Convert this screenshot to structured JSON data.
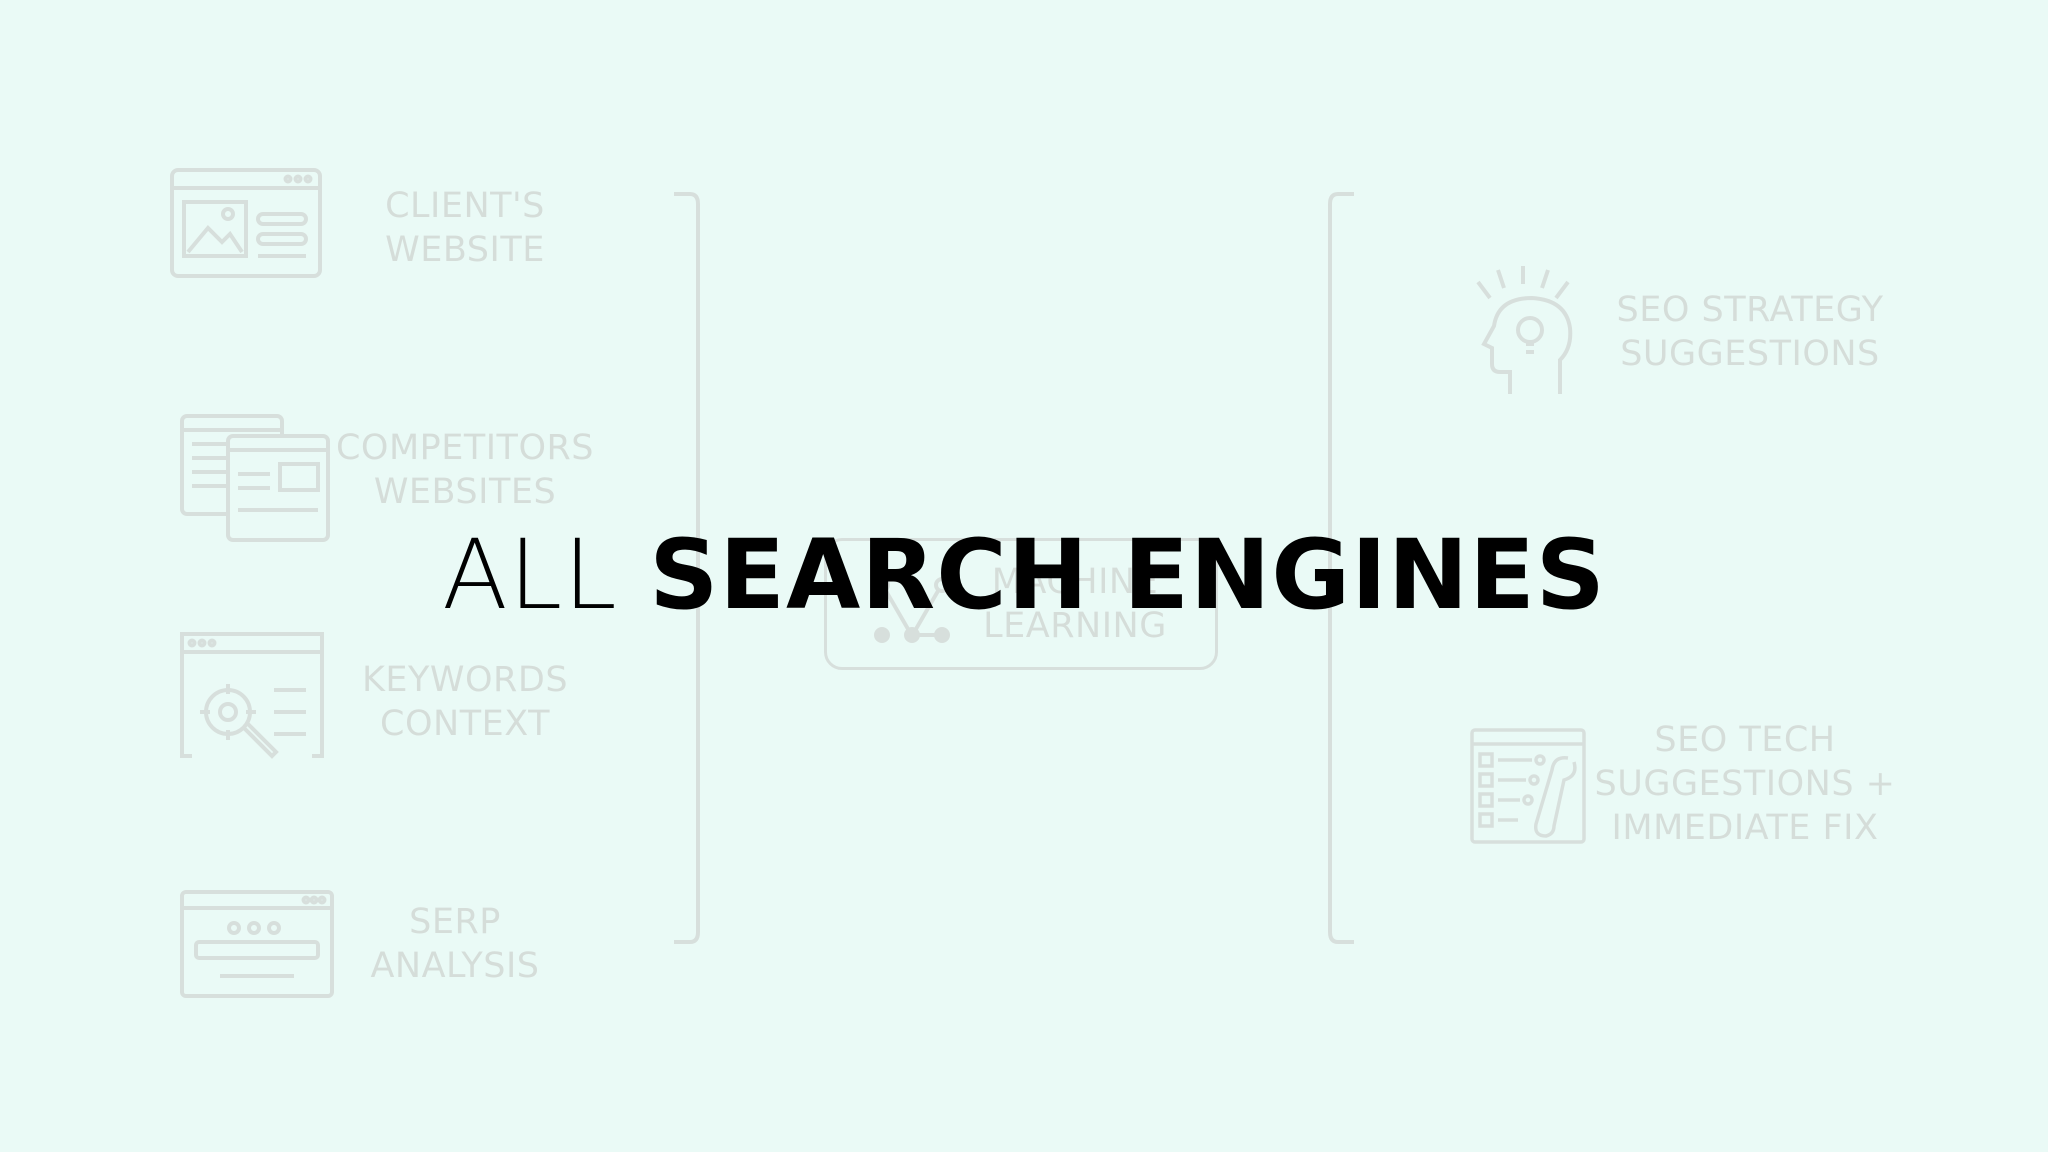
{
  "headline": {
    "light": "ALL",
    "bold": "SEARCH ENGINES"
  },
  "inputs": [
    {
      "label": "CLIENT'S\nWEBSITE",
      "icon": "website-icon"
    },
    {
      "label": "COMPETITORS\nWEBSITES",
      "icon": "multiple-windows-icon"
    },
    {
      "label": "KEYWORDS\nCONTEXT",
      "icon": "keyword-target-icon"
    },
    {
      "label": "SERP\nANALYSIS",
      "icon": "browser-search-icon"
    }
  ],
  "center": {
    "label": "MACHINE\nLEARNING",
    "icon": "network-nodes-icon"
  },
  "outputs": [
    {
      "label": "SEO STRATEGY\nSUGGESTIONS",
      "icon": "head-lightbulb-icon"
    },
    {
      "label": "SEO TECH\nSUGGESTIONS +\nIMMEDIATE FIX",
      "icon": "checklist-wrench-icon"
    }
  ],
  "colors": {
    "background": "#eafaf6",
    "faded_stroke": "#7a5a5a",
    "headline": "#000000"
  }
}
